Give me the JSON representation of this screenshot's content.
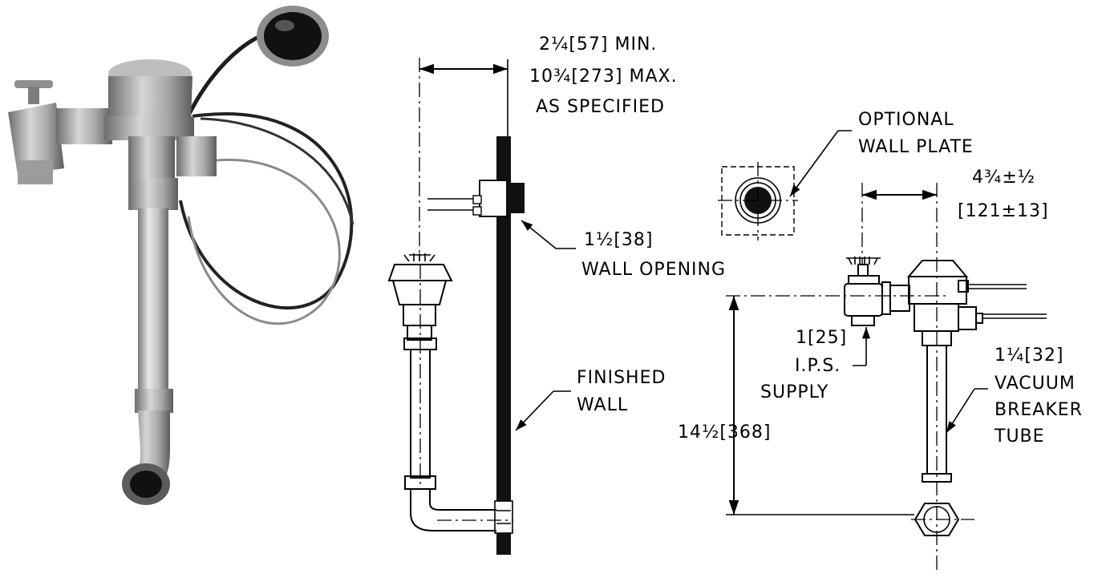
{
  "callouts": {
    "setback": {
      "line1": "2¼[57] MIN.",
      "line2": "10¾[273] MAX.",
      "line3": "AS SPECIFIED"
    },
    "wall_opening": {
      "dim": "1½[38]",
      "label": "WALL OPENING"
    },
    "finished_wall": {
      "line1": "FINISHED",
      "line2": "WALL"
    },
    "wall_plate": {
      "line1": "OPTIONAL",
      "line2": "WALL PLATE"
    },
    "offset": {
      "line1": "4¾±½",
      "line2": "[121±13]"
    },
    "supply": {
      "line1": "1[25]",
      "line2": "I.P.S.",
      "line3": "SUPPLY"
    },
    "height": {
      "text": "14½[368]"
    },
    "vacuum_breaker": {
      "line1": "1¼[32]",
      "line2": "VACUUM",
      "line3": "BREAKER",
      "line4": "TUBE"
    }
  },
  "colors": {
    "line": "#000000",
    "metal_light": "#d9d9d9",
    "metal_dark": "#6b6b6b",
    "cable": "#2a2a2a"
  }
}
